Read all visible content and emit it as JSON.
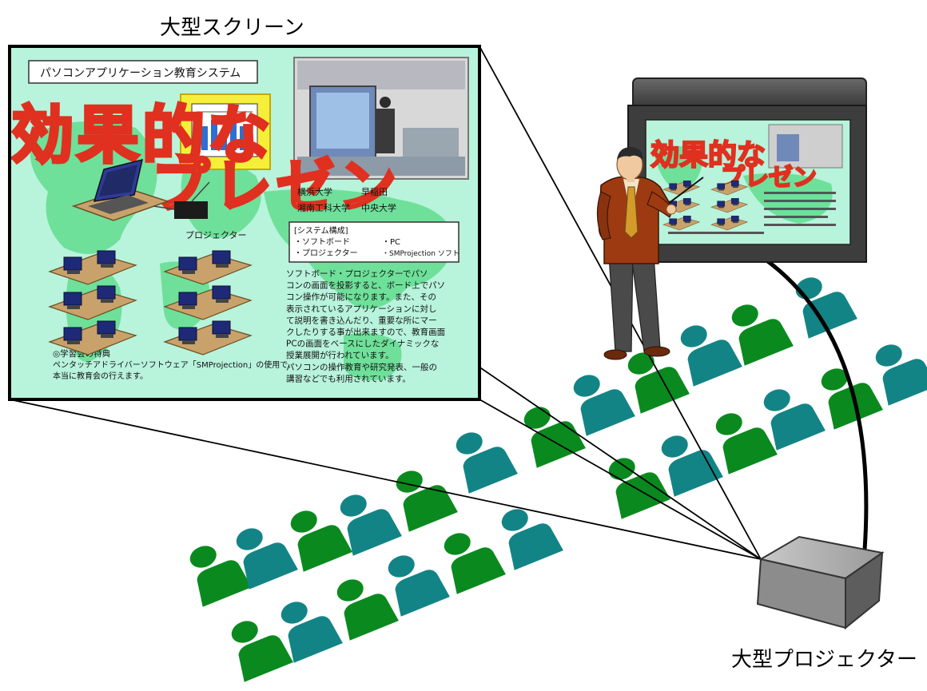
{
  "labels": {
    "screen": "大型スクリーン",
    "projector": "大型プロジェクター"
  },
  "slide": {
    "title": "パソコンアプリケーション教育システム",
    "handwriting_line1": "効果的な",
    "handwriting_line2": "プレゼン",
    "projector_caption": "プロジェクター",
    "university_left_1": "横浜大学",
    "university_right_1": "早稲田",
    "university_left_2": "湘南工科大学",
    "university_right_2": "中央大学",
    "system_box_title": "[システム構成]",
    "system_item_1": "・ソフトボード",
    "system_item_2": "・PC",
    "system_item_3": "・プロジェクター",
    "system_item_4": "・SMProjection ソフト",
    "description": [
      "ソフトボード・プロジェクターでパソ",
      "コンの画面を投影すると、ボード上でパソ",
      "コン操作が可能になります。また、その",
      "表示されているアプリケーションに対し",
      "て説明を書き込んだり、重要な所にマー",
      "クしたりする事が出来ますので、教育画面",
      "PCの画面をベースにしたダイナミックな",
      "授業展開が行われています。",
      "パソコンの操作教育や研究発表、一般の",
      "講習などでも利用されています。"
    ],
    "footer_title": "◎学習会の特典",
    "footer_line1": "ペンタッチアドライバーソフトウェア「SMProjection」の使用で、",
    "footer_line2": "本当に教育会の行えます。"
  },
  "colors": {
    "audience_green": "#0a8a1e",
    "audience_teal": "#138486",
    "slide_bg": "#b8f3dc",
    "world_map": "#6ee09a",
    "handwriting": "#e0301f",
    "projector_body": "#8c8c8c",
    "screen_frame": "#3f3f3f",
    "presenter_jacket": "#9e3a12",
    "presenter_trousers": "#4a4a4a"
  }
}
